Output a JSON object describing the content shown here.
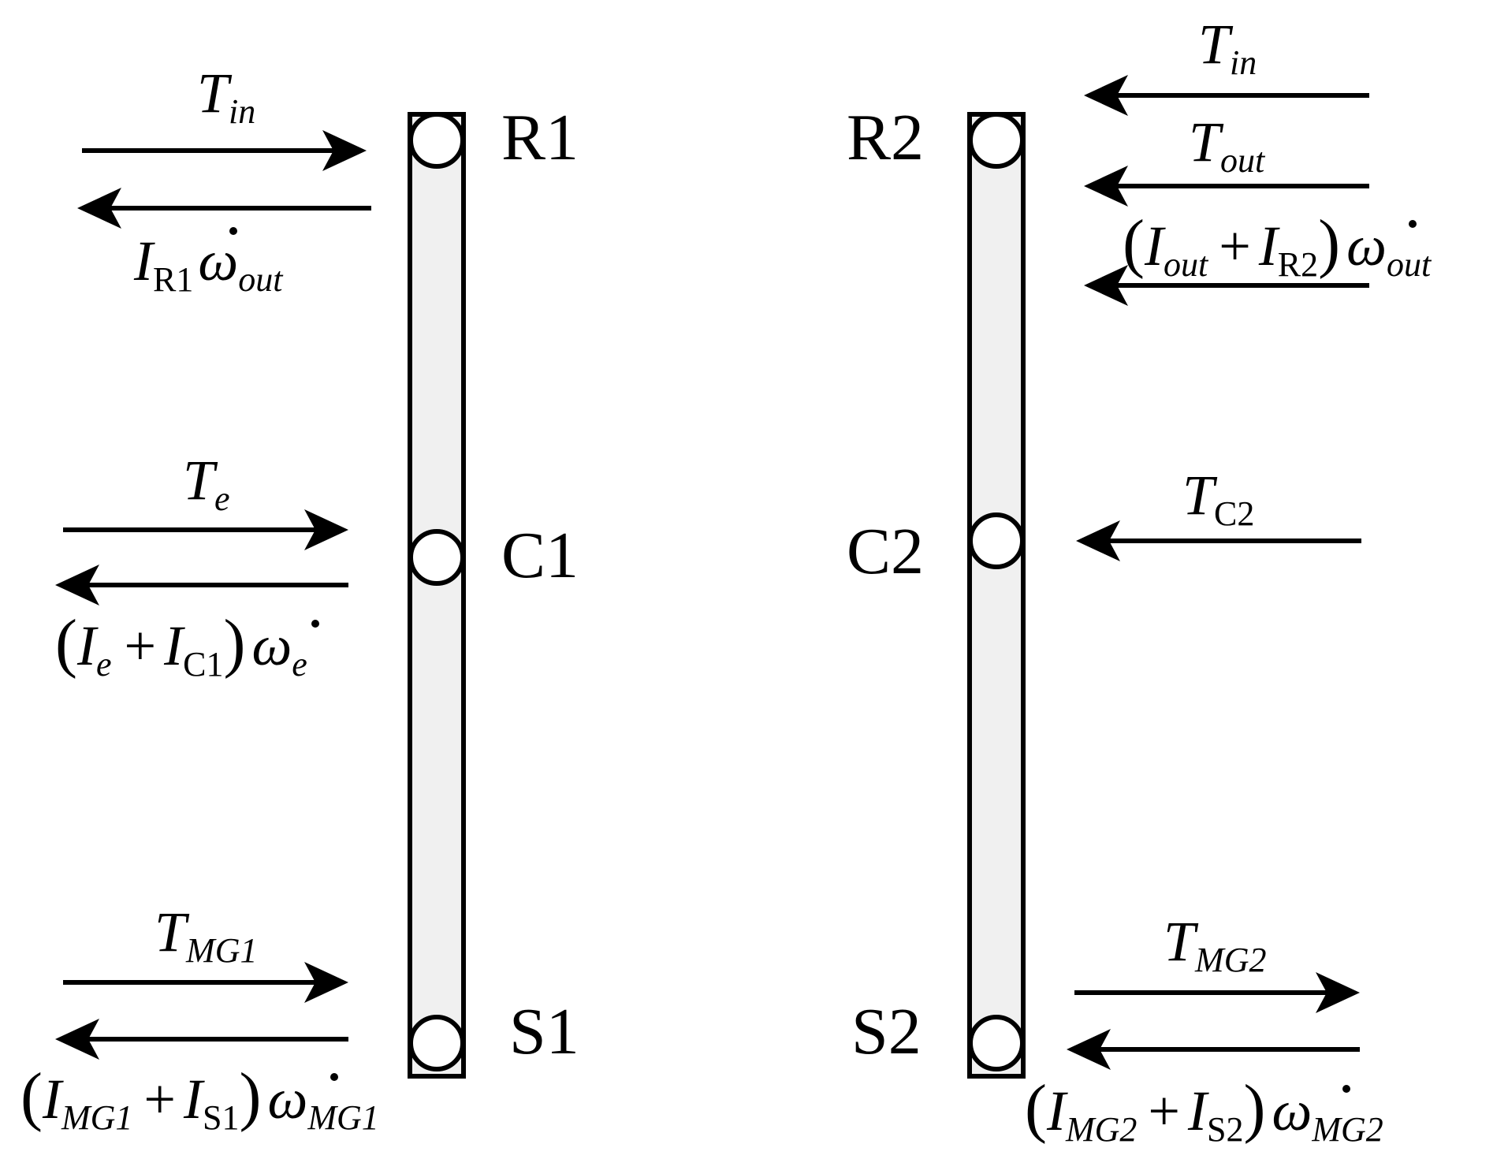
{
  "nodes": {
    "r1": "R1",
    "c1": "C1",
    "s1": "S1",
    "r2": "R2",
    "c2": "C2",
    "s2": "S2"
  },
  "labels": {
    "tin_left": {
      "main": "T",
      "sub": "in"
    },
    "ir1_inertia": {
      "i": "I",
      "i_sub": "R1",
      "w": "ω",
      "w_sub": "out"
    },
    "te": {
      "main": "T",
      "sub": "e"
    },
    "ie_ic1": {
      "open": "(",
      "i1": "I",
      "s1": "e",
      "plus": "+",
      "i2": "I",
      "s2": "C1",
      "close": ")",
      "w": "ω",
      "w_sub": "e"
    },
    "tmg1": {
      "main": "T",
      "sub": "MG1"
    },
    "img1_is1": {
      "open": "(",
      "i1": "I",
      "s1": "MG1",
      "plus": "+",
      "i2": "I",
      "s2": "S1",
      "close": ")",
      "w": "ω",
      "w_sub": "MG1"
    },
    "tin_right": {
      "main": "T",
      "sub": "in"
    },
    "tout": {
      "main": "T",
      "sub": "out"
    },
    "iout_ir2": {
      "open": "(",
      "i1": "I",
      "s1": "out",
      "plus": "+",
      "i2": "I",
      "s2": "R2",
      "close": ")",
      "w": "ω",
      "w_sub": "out"
    },
    "tc2": {
      "main": "T",
      "sub": "C2"
    },
    "tmg2": {
      "main": "T",
      "sub": "MG2"
    },
    "img2_is2": {
      "open": "(",
      "i1": "I",
      "s1": "MG2",
      "plus": "+",
      "i2": "I",
      "s2": "S2",
      "close": ")",
      "w": "ω",
      "w_sub": "MG2"
    }
  }
}
